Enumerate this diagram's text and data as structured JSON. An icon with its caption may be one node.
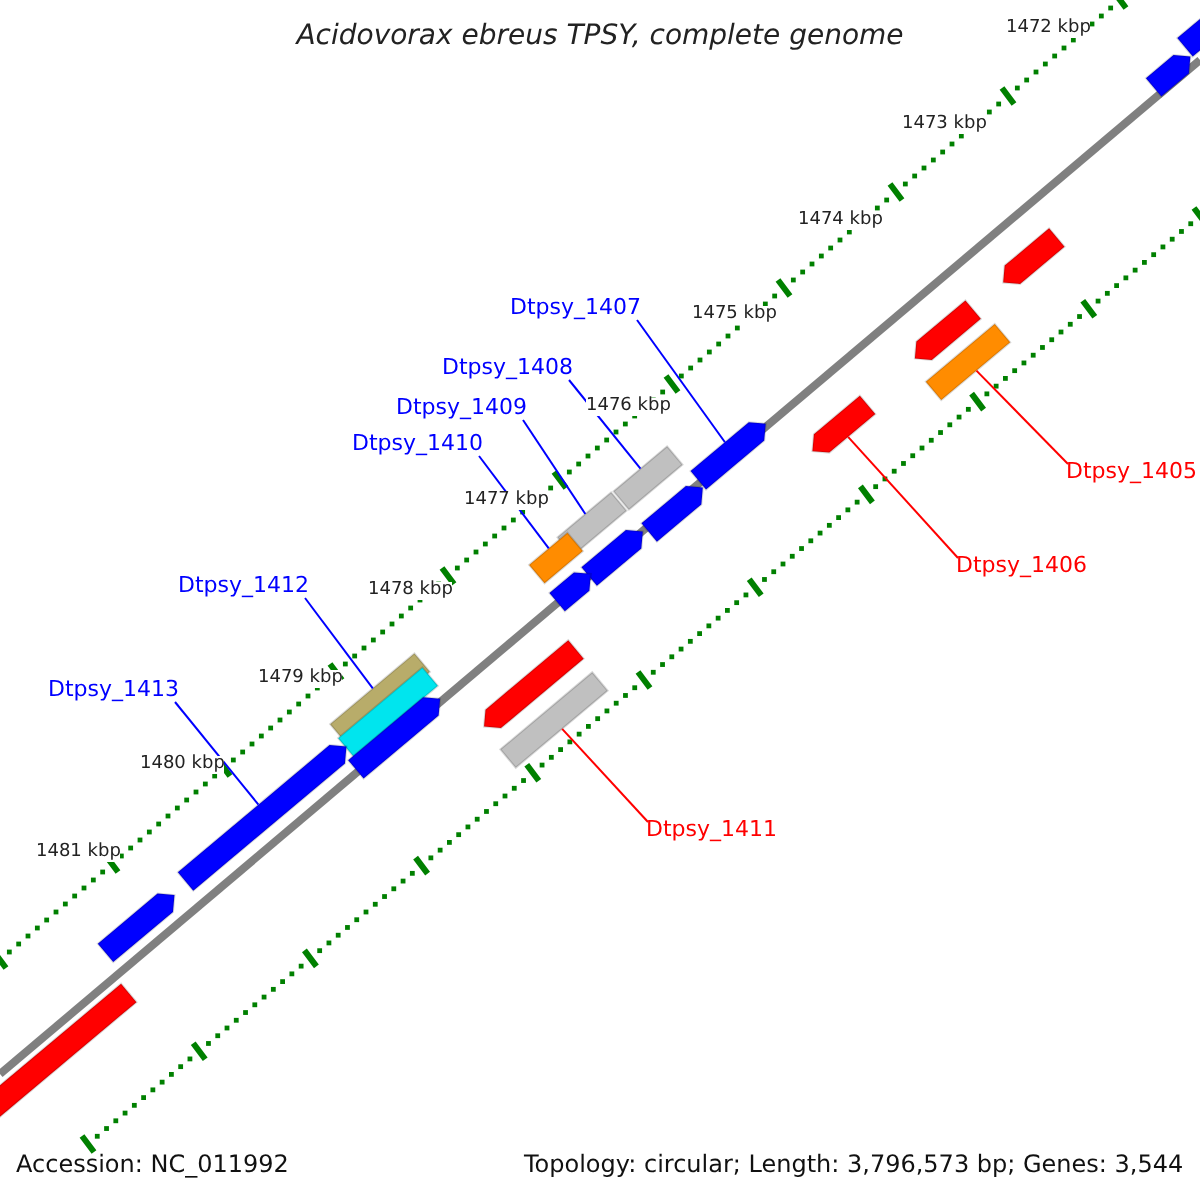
{
  "diagram": {
    "title": "Acidovorax ebreus TPSY, complete genome",
    "nodes": [
      {
        "text": [
          "Dtpsy_1407"
        ]
      },
      {
        "text": [
          "Dtpsy_1408"
        ]
      },
      {
        "text": [
          "Dtpsy_1409"
        ]
      },
      {
        "text": [
          "Dtpsy_1410"
        ]
      },
      {
        "text": [
          "Dtpsy_1405"
        ]
      },
      {
        "text": [
          "Dtpsy_1406"
        ]
      },
      {
        "text": [
          "Dtpsy_1412"
        ]
      },
      {
        "text": [
          "Dtpsy_1413"
        ]
      },
      {
        "text": [
          "Dtpsy_1411"
        ]
      },
      {
        "text": [],
        "shape": "bar"
      },
      {
        "text": [],
        "shape": "bar"
      },
      {
        "text": [],
        "shape": "bar"
      },
      {
        "text": [],
        "shape": "bar"
      },
      {
        "text": [],
        "shape": "bar"
      },
      {
        "text": [],
        "shape": "bar"
      },
      {
        "text": [],
        "shape": "bar"
      },
      {
        "text": [],
        "shape": "bar"
      },
      {
        "text": [],
        "shape": "bar"
      },
      {
        "text": [],
        "shape": "bar"
      },
      {
        "text": [],
        "shape": "bar"
      },
      {
        "text": [],
        "shape": "bar"
      },
      {
        "text": [],
        "shape": "bar"
      },
      {
        "text": [],
        "shape": "bar"
      },
      {
        "text": [],
        "shape": "bar"
      },
      {
        "text": [],
        "shape": "bar"
      },
      {
        "text": [],
        "shape": "bar"
      },
      {
        "text": [],
        "shape": "bar"
      },
      {
        "text": [],
        "shape": "bar"
      },
      {
        "text": [],
        "shape": "bar"
      }
    ],
    "edges": [
      {
        "from": 0,
        "to": 15,
        "arrow": "none"
      },
      {
        "from": 1,
        "to": 16,
        "arrow": "none"
      },
      {
        "from": 2,
        "to": 18,
        "arrow": "none"
      },
      {
        "from": 3,
        "to": 20,
        "arrow": "none"
      },
      {
        "from": 4,
        "to": 13,
        "arrow": "none",
        "color": "#ff0000"
      },
      {
        "from": 5,
        "to": 14,
        "arrow": "none",
        "color": "#ff0000"
      },
      {
        "from": 6,
        "to": 23,
        "arrow": "none"
      },
      {
        "from": 7,
        "to": 26,
        "arrow": "none"
      },
      {
        "from": 8,
        "to": 24,
        "arrow": "none",
        "color": "#ff0000"
      }
    ],
    "labels": [
      "1472 kbp",
      "1473 kbp",
      "1474 kbp",
      "1475 kbp",
      "1476 kbp",
      "1477 kbp",
      "1478 kbp",
      "1479 kbp",
      "1480 kbp",
      "1481 kbp",
      "Accession: NC_011992",
      "Topology: circular; Length: 3,796,573 bp; Genes: 3,544"
    ]
  }
}
